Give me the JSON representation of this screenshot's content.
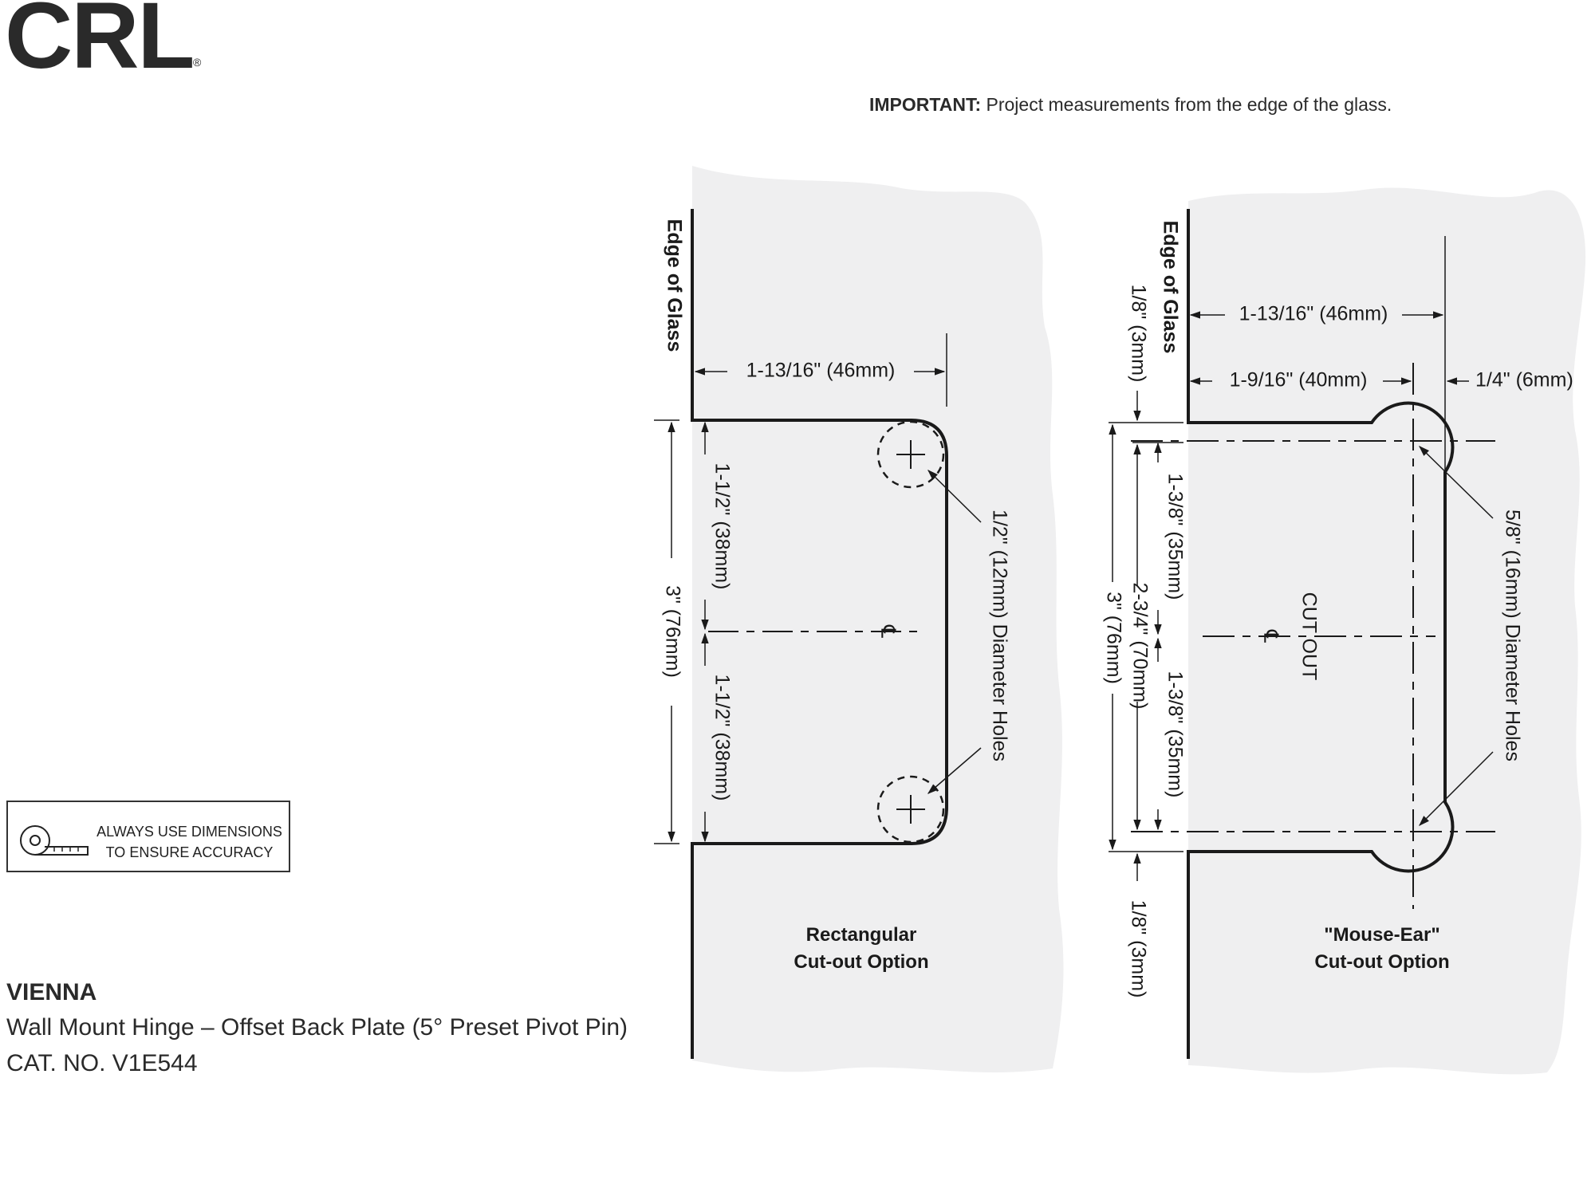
{
  "brand": {
    "logo_text": "CRL",
    "registered_mark": "®"
  },
  "important": {
    "label": "IMPORTANT:",
    "text": " Project measurements from the edge of the glass."
  },
  "note_box": {
    "icon": "tape-measure-icon",
    "line1": "ALWAYS USE DIMENSIONS",
    "line2": "TO ENSURE ACCURACY"
  },
  "product": {
    "name": "VIENNA",
    "description": "Wall Mount Hinge – Offset Back Plate (5° Preset Pivot Pin)",
    "catalog": "CAT. NO. V1E544"
  },
  "left_option": {
    "edge_label": "Edge of Glass",
    "width_dim": "1-13/16\" (46mm)",
    "height_dim": "3\" (76mm)",
    "upper_half_dim": "1-1/2\" (38mm)",
    "lower_half_dim": "1-1/2\" (38mm)",
    "centerline_mark": "℄",
    "hole_note": "1/2\" (12mm) Diameter Holes",
    "caption_line1": "Rectangular",
    "caption_line2": "Cut-out Option"
  },
  "right_option": {
    "edge_label": "Edge of Glass",
    "overall_width_dim": "1-13/16\" (46mm)",
    "inner_width_dim": "1-9/16\" (40mm)",
    "ear_offset_dim": "1/4\" (6mm)",
    "top_gap_dim": "1/8\" (3mm)",
    "bottom_gap_dim": "1/8\" (3mm)",
    "height_dim": "3\" (76mm)",
    "hole_span_dim": "2-3/4\" (70mm)",
    "upper_half_dim": "1-3/8\" (35mm)",
    "lower_half_dim": "1-3/8\" (35mm)",
    "cutout_label": "CUT OUT",
    "centerline_mark": "℄",
    "hole_note": "5/8\" (16mm) Diameter Holes",
    "caption_line1": "\"Mouse-Ear\"",
    "caption_line2": "Cut-out Option"
  },
  "colors": {
    "glass_fill": "#efeff0",
    "line": "#1a1a1a",
    "text": "#2a2a2a"
  }
}
